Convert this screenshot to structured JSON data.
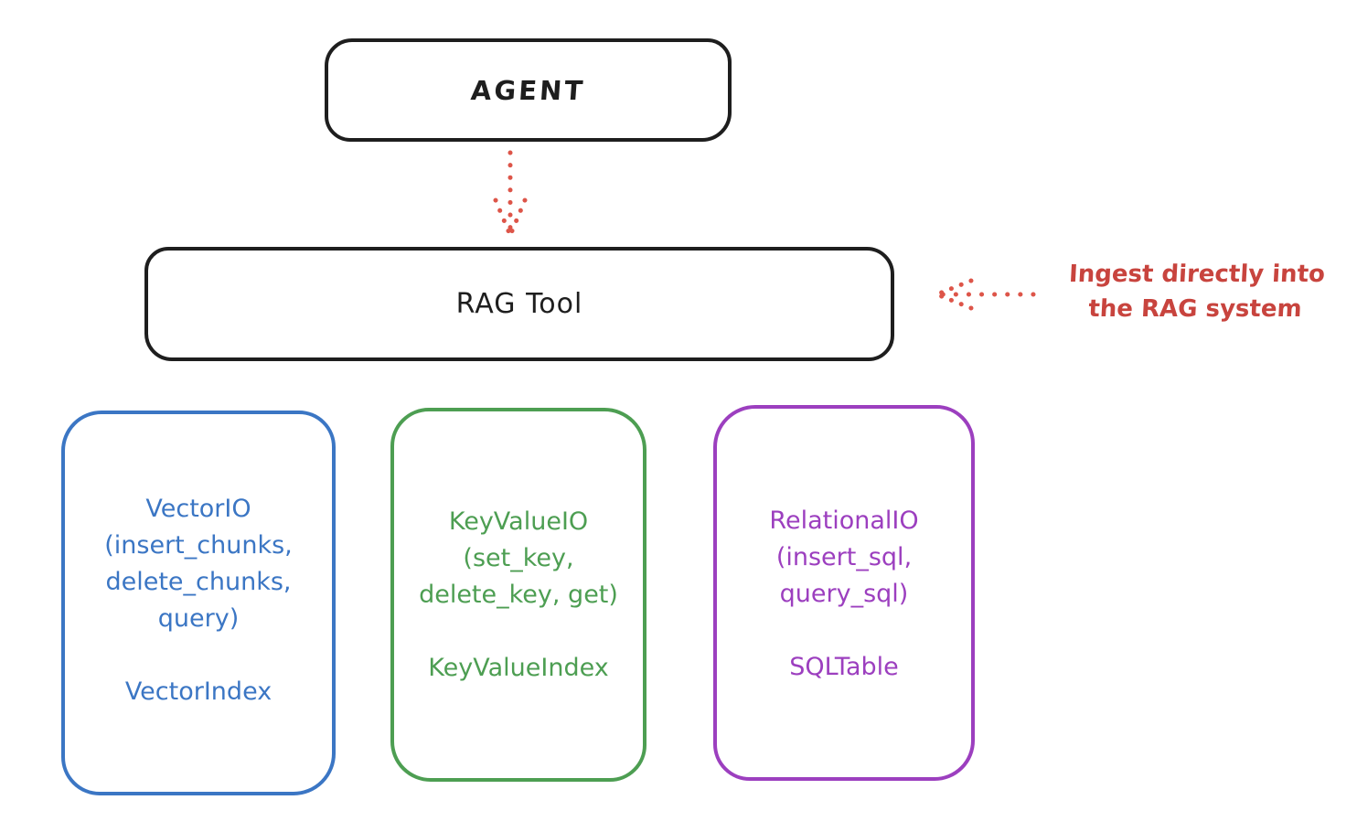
{
  "agent_box": {
    "label": "AGENT"
  },
  "rag_tool_box": {
    "label": "RAG Tool"
  },
  "ingest_annotation": {
    "line1": "Ingest directly into",
    "line2": "the RAG system"
  },
  "colors": {
    "stroke_black": "#1e1e1e",
    "annotation_red": "#c8443e",
    "arrow_red": "#dd5549",
    "vector_blue": "#3b76c4",
    "keyvalue_green": "#4d9e52",
    "relational_purple": "#9c3fbf",
    "background": "#ffffff"
  },
  "io_providers": [
    {
      "id": "vector-io",
      "api_lines": [
        "VectorIO",
        "(insert_chunks,",
        "delete_chunks,",
        "query)"
      ],
      "index_label": "VectorIndex"
    },
    {
      "id": "keyvalue-io",
      "api_lines": [
        "KeyValueIO",
        "(set_key,",
        "delete_key, get)"
      ],
      "index_label": "KeyValueIndex"
    },
    {
      "id": "relational-io",
      "api_lines": [
        "RelationalIO",
        "(insert_sql,",
        "query_sql)"
      ],
      "index_label": "SQLTable"
    }
  ]
}
